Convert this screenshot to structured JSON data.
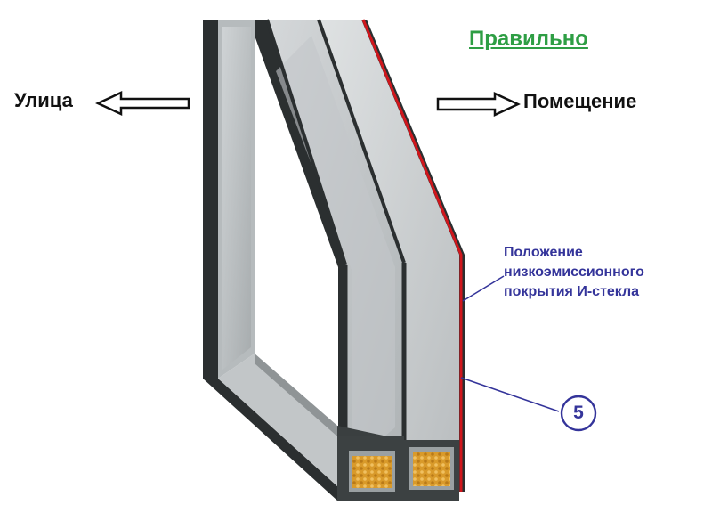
{
  "diagram": {
    "title": "Правильно",
    "outside_label": "Улица",
    "inside_label": "Помещение",
    "coating_note": [
      "Положение",
      "низкоэмиссионного",
      "покрытия И-стекла"
    ],
    "surface_number": "5"
  },
  "colors": {
    "title": "#2e9e44",
    "note": "#34349a",
    "coating": "#d0161c",
    "frame": "#2b2f30",
    "glass": "#c9cdcf",
    "desiccant": "#d99a2a"
  },
  "icons": {
    "outside_arrow": "arrow-left-icon",
    "inside_arrow": "arrow-right-icon"
  }
}
